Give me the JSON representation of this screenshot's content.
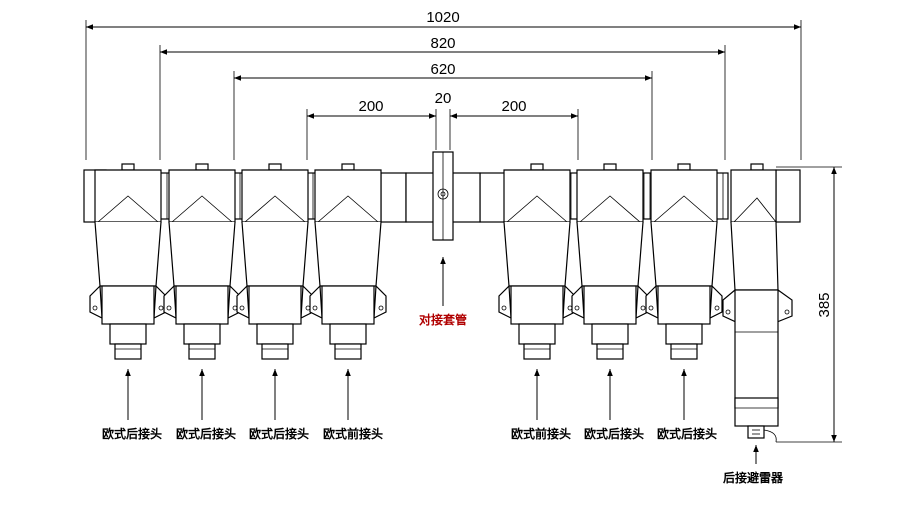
{
  "dimensions": {
    "d1020": "1020",
    "d820": "820",
    "d620": "620",
    "d200_left": "200",
    "d20": "20",
    "d200_right": "200",
    "d385": "385"
  },
  "labels": {
    "euro_rear_1": "欧式后接头",
    "euro_rear_2": "欧式后接头",
    "euro_rear_3": "欧式后接头",
    "euro_front_left": "欧式前接头",
    "coupling_sleeve": "对接套管",
    "euro_front_right": "欧式前接头",
    "euro_rear_4": "欧式后接头",
    "euro_rear_5": "欧式后接头",
    "rear_arrester": "后接避雷器"
  },
  "colors": {
    "line": "#000000",
    "accent_label": "#b00000"
  }
}
